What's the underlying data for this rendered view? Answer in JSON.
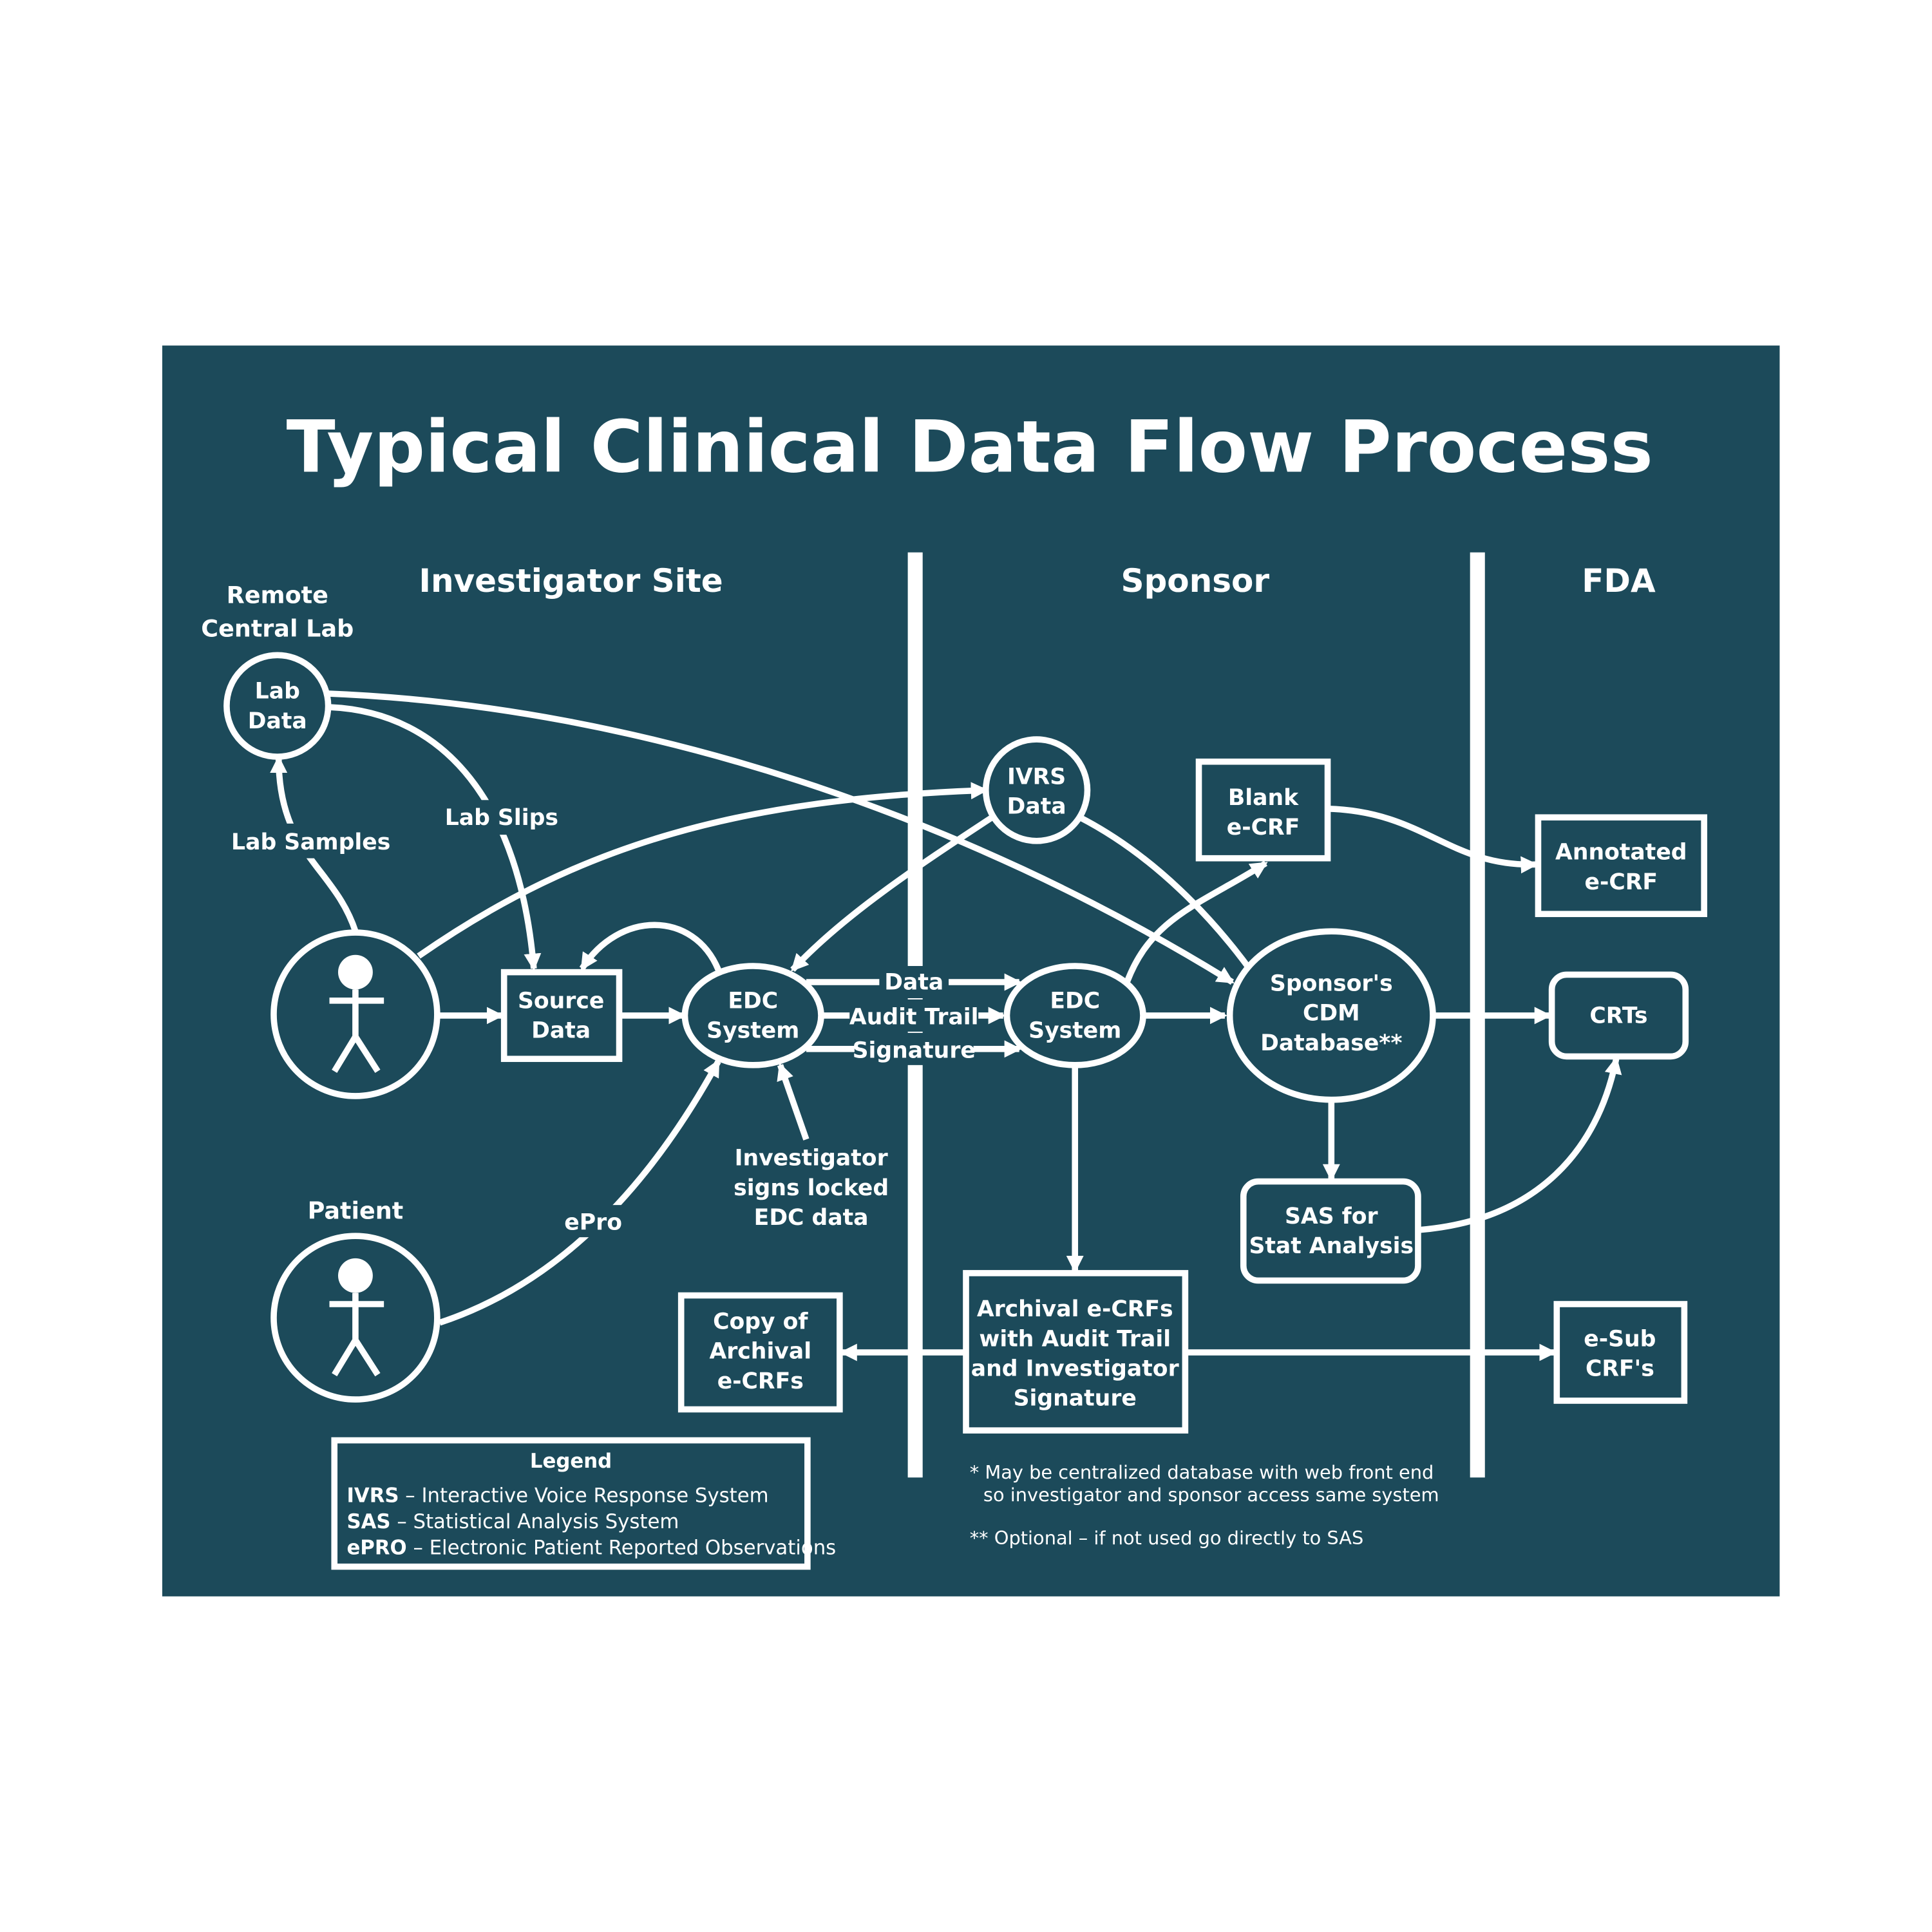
{
  "colors": {
    "panel": "#1c4a5a",
    "stroke": "#ffffff",
    "page": "#ffffff"
  },
  "title": "Typical Clinical Data Flow Process",
  "sections": {
    "investigator": "Investigator Site",
    "sponsor": "Sponsor",
    "fda": "FDA"
  },
  "nodes": {
    "remote_lab": [
      "Remote",
      "Central Lab"
    ],
    "lab_data": [
      "Lab",
      "Data"
    ],
    "ivrs_data": [
      "IVRS",
      "Data"
    ],
    "blank_ecrf": [
      "Blank",
      "e-CRF"
    ],
    "annotated_ecrf": [
      "Annotated",
      "e-CRF"
    ],
    "source_data": [
      "Source",
      "Data"
    ],
    "edc_site": [
      "EDC",
      "System"
    ],
    "edc_sponsor": [
      "EDC",
      "System"
    ],
    "cdm_db": [
      "Sponsor's",
      "CDM",
      "Database**"
    ],
    "crts": "CRTs",
    "sas": [
      "SAS for",
      "Stat Analysis"
    ],
    "patient": "Patient",
    "copy_archival": [
      "Copy of",
      "Archival",
      "e-CRFs"
    ],
    "archival": [
      "Archival e-CRFs",
      "with Audit Trail",
      "and Investigator",
      "Signature"
    ],
    "esub": [
      "e-Sub",
      "CRF's"
    ]
  },
  "edge_labels": {
    "lab_samples": "Lab Samples",
    "lab_slips": "Lab Slips",
    "data": "Data",
    "audit_trail": "Audit Trail",
    "signature": "Signature",
    "investigator_signs": [
      "Investigator",
      "signs locked",
      "EDC data"
    ],
    "epro": "ePro"
  },
  "legend": {
    "title": "Legend",
    "items": [
      {
        "abbr": "IVRS",
        "text": " – Interactive Voice Response System"
      },
      {
        "abbr": "SAS",
        "text": " – Statistical Analysis System"
      },
      {
        "abbr": "ePRO",
        "text": " – Electronic Patient Reported Observations"
      }
    ]
  },
  "footnotes": [
    "* May be centralized database with web front end",
    "so investigator and sponsor access same system",
    "** Optional – if not used go directly to SAS"
  ]
}
